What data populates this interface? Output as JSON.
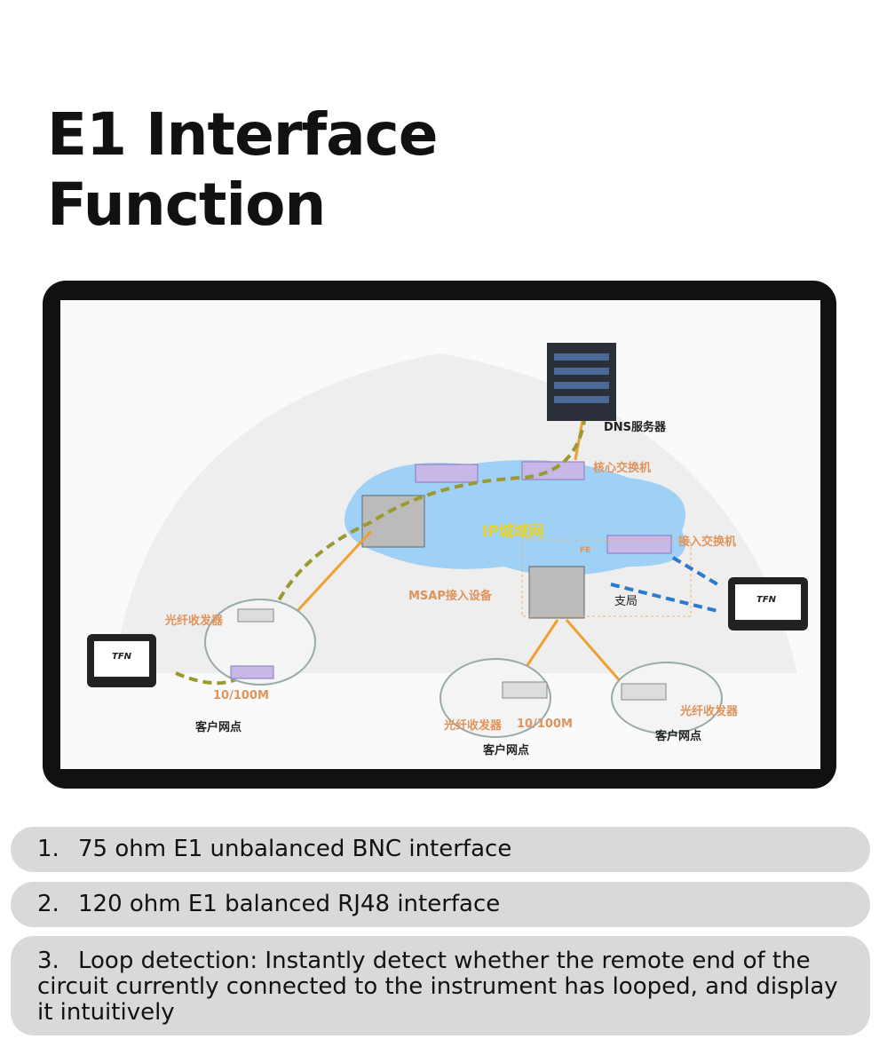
{
  "title": {
    "line1": "E1 Interface",
    "line2": "Function"
  },
  "diagram": {
    "dns_server": "DNS服务器",
    "core_switch": "核心交换机",
    "ip_network": "IP城域网",
    "access_switch": "接入交换机",
    "fe": "FE",
    "msap": "MSAP接入设备",
    "branch": "支局",
    "fiber_transceiver_left": "光纤收发器",
    "speed_left": "10/100M",
    "customer_left": "客户网点",
    "fiber_transceiver_mid": "光纤收发器",
    "speed_mid": "10/100M",
    "customer_mid": "客户网点",
    "fiber_transceiver_right": "光纤收发器",
    "customer_right": "客户网点",
    "device_brand": "TFN"
  },
  "features": [
    {
      "num": "1.",
      "text": "75 ohm E1 unbalanced BNC interface"
    },
    {
      "num": "2.",
      "text": "120 ohm E1 balanced RJ48 interface"
    },
    {
      "num": "3.",
      "text": "Loop detection: Instantly detect whether the remote end of the circuit currently connected to the instrument has looped, and display it intuitively"
    }
  ]
}
